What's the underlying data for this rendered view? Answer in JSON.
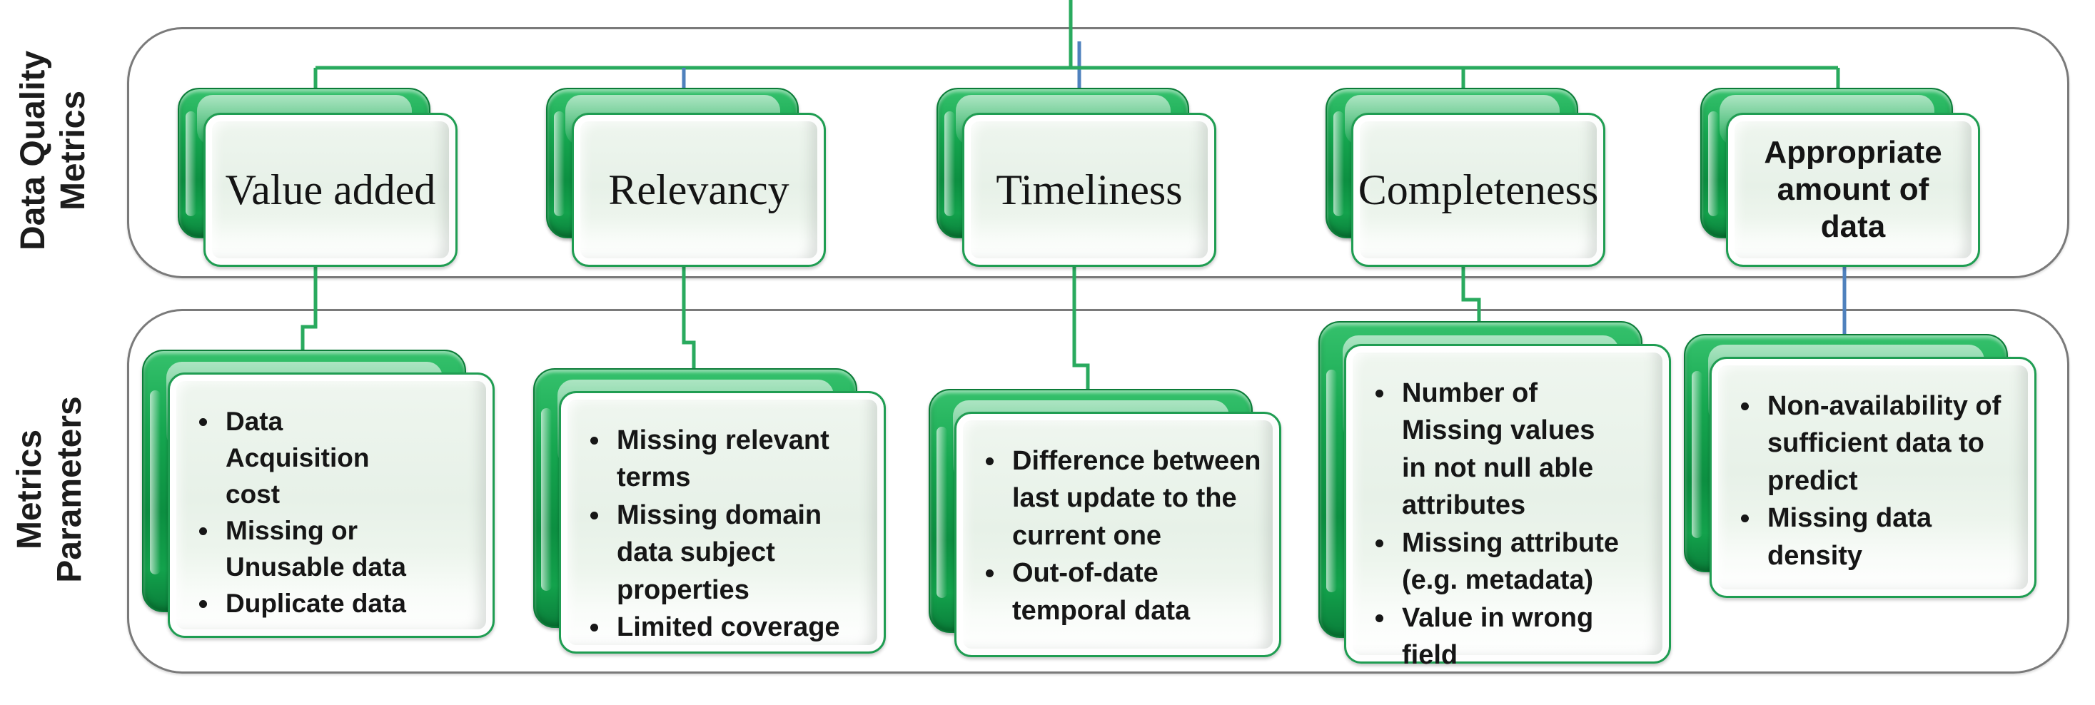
{
  "bands": [
    {
      "label": "Data Quality Metrics"
    },
    {
      "label": "Metrics Parameters"
    }
  ],
  "columns": [
    {
      "metric": "Value added",
      "parameters": [
        "Data Acquisition cost",
        "Missing or Unusable data",
        "Duplicate data"
      ]
    },
    {
      "metric": "Relevancy",
      "parameters": [
        "Missing relevant terms",
        "Missing domain data subject properties",
        "Limited coverage"
      ]
    },
    {
      "metric": "Timeliness",
      "parameters": [
        "Difference between last update to the current one",
        "Out-of-date temporal data"
      ]
    },
    {
      "metric": "Completeness",
      "parameters": [
        "Number of Missing values in not null able attributes",
        "Missing attribute (e.g. metadata)",
        "Value in wrong field"
      ]
    },
    {
      "metric": "Appropriate amount of data",
      "parameters": [
        "Non-availability of sufficient data to predict",
        "Missing data density"
      ]
    }
  ],
  "colors": {
    "connector-green": "#29aa5e",
    "connector-blue": "#4f81bd",
    "band-border": "#7a7a7a",
    "box-green": "#12a04b",
    "box-face": "#e9f2e9",
    "text": "#161616"
  }
}
